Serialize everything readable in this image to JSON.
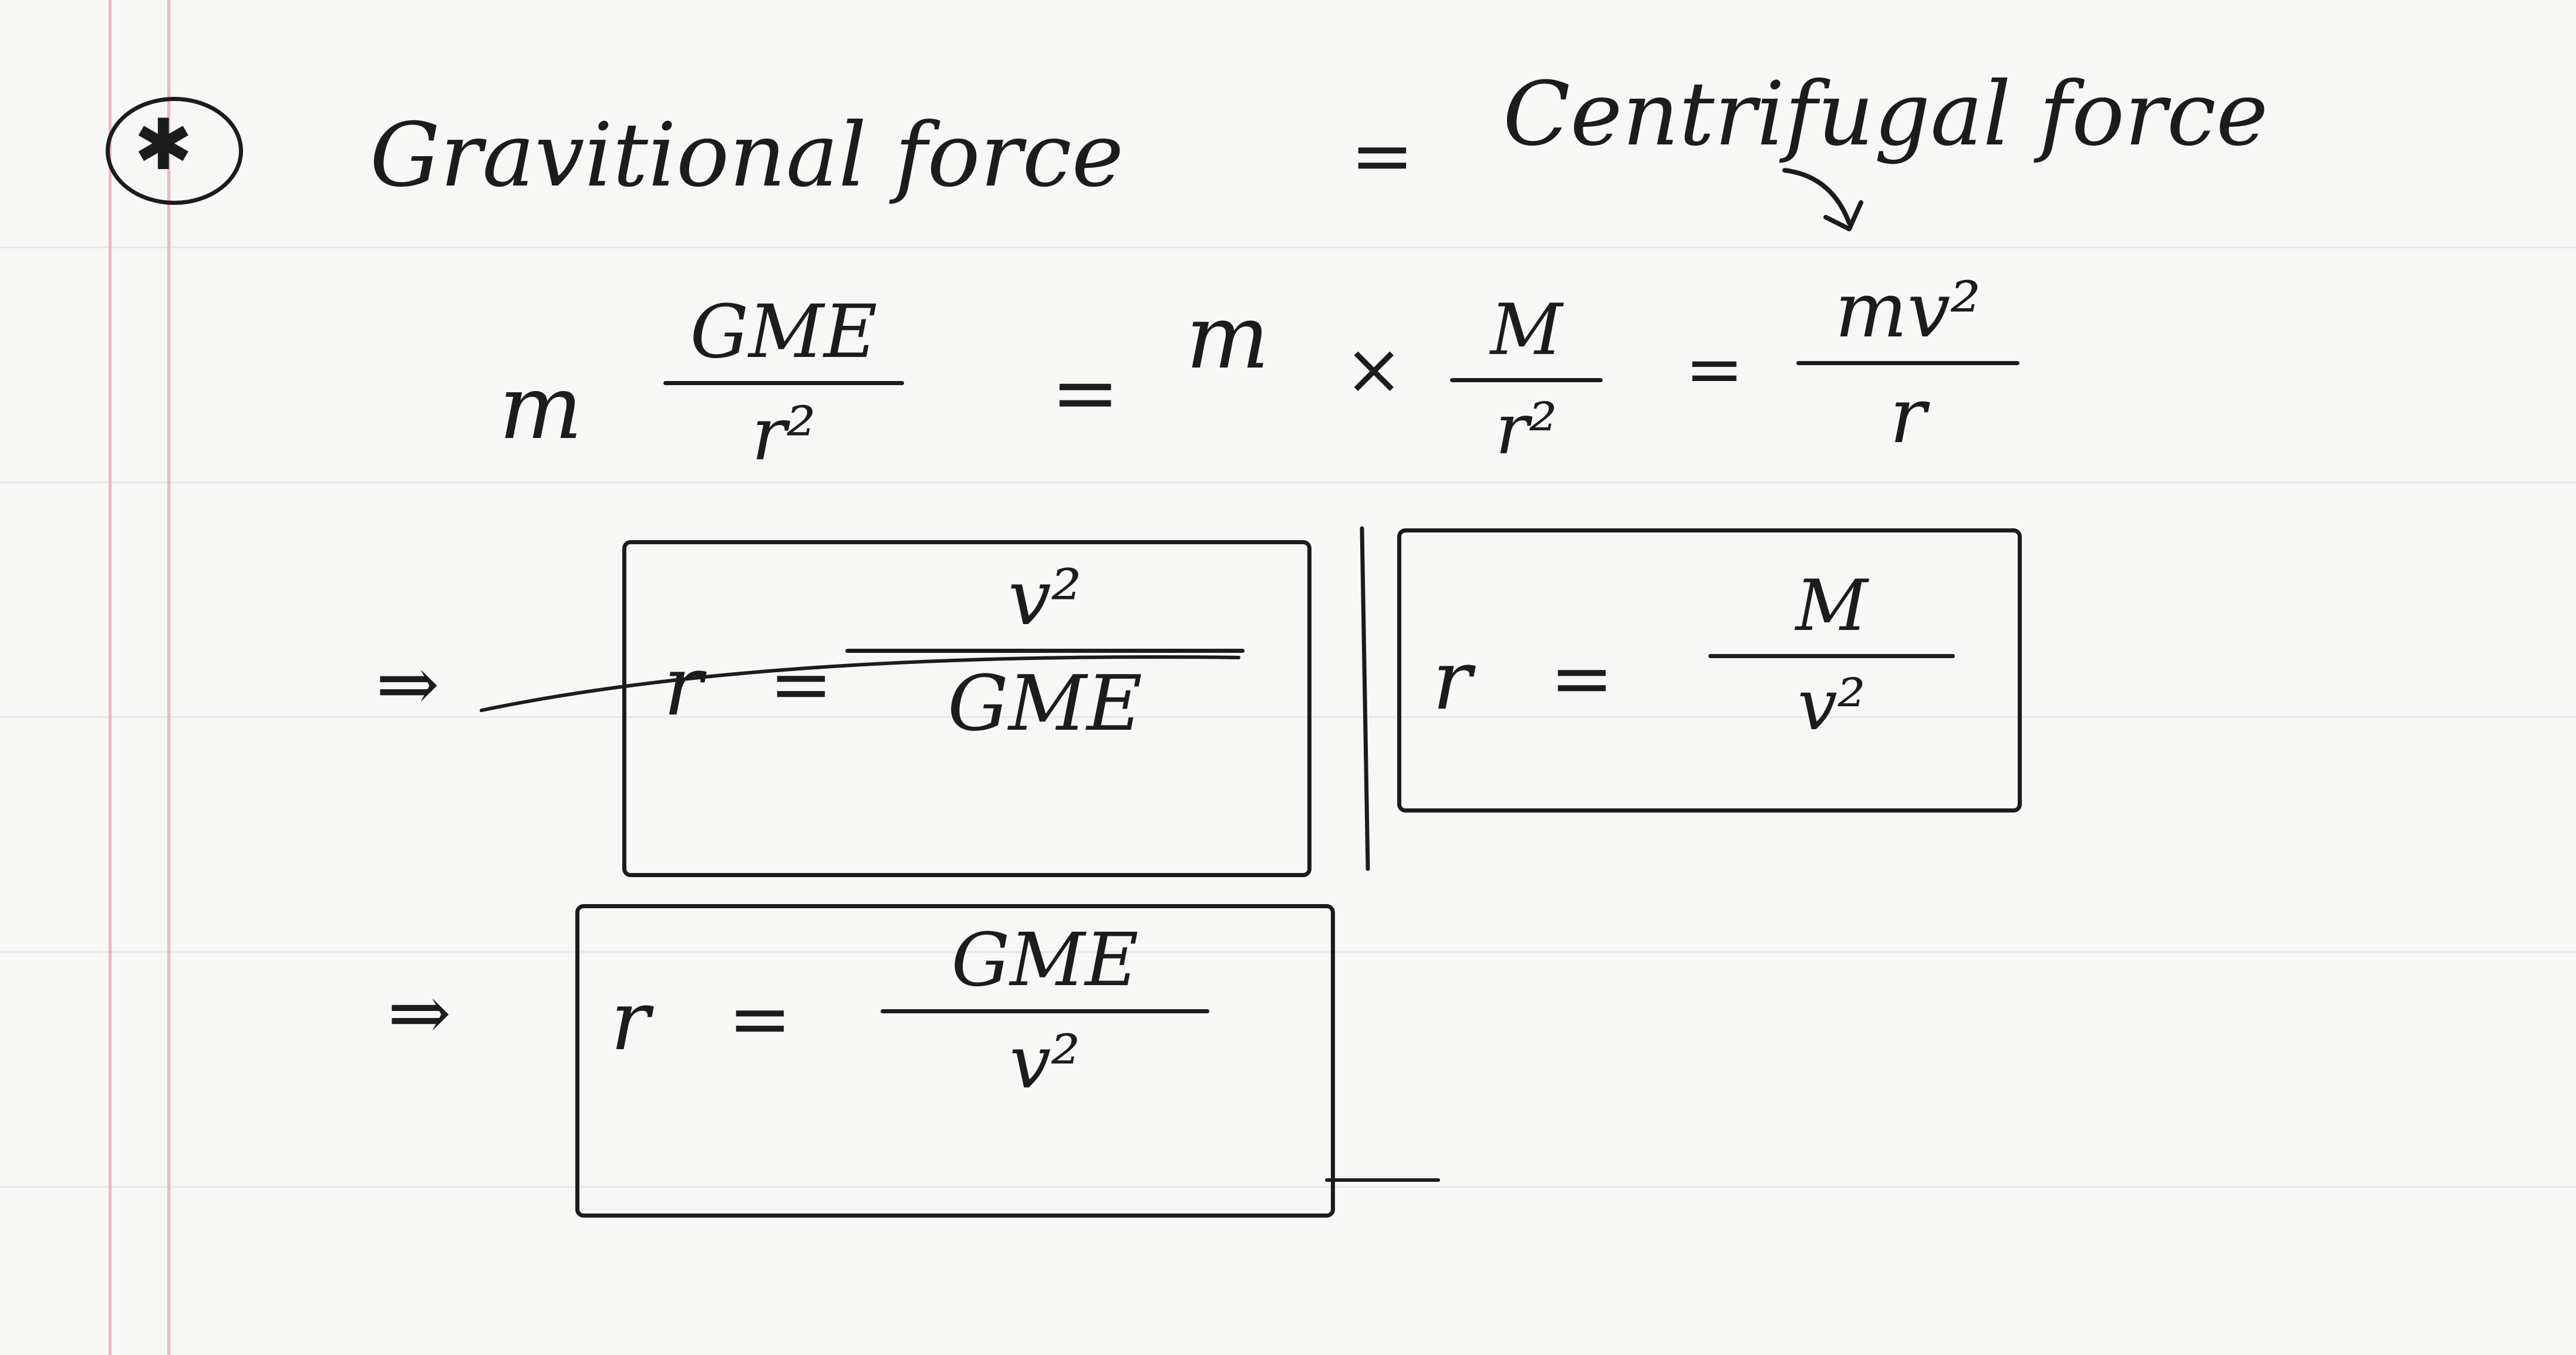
{
  "heading": {
    "bullet": "✱",
    "left_term": "Gravitional force",
    "equals": "=",
    "right_term": "Centrifugal force"
  },
  "equation_line": {
    "m_prefix": "m",
    "frac1": {
      "num": "GME",
      "den": "r²"
    },
    "equals1": "=",
    "m_mid": "m",
    "times": "×",
    "frac2": {
      "num": "M",
      "den": "r²"
    },
    "equals2": "=",
    "frac3": {
      "num": "mv²",
      "den": "r"
    }
  },
  "boxed_results": [
    {
      "arrow": "⇒",
      "lhs": "r",
      "equals": "=",
      "num": "v²",
      "den": "GME"
    },
    {
      "lhs": "r",
      "equals": "=",
      "num": "M",
      "den": "v²"
    },
    {
      "arrow": "⇒",
      "lhs": "r",
      "equals": "=",
      "num": "GME",
      "den": "v²"
    }
  ]
}
